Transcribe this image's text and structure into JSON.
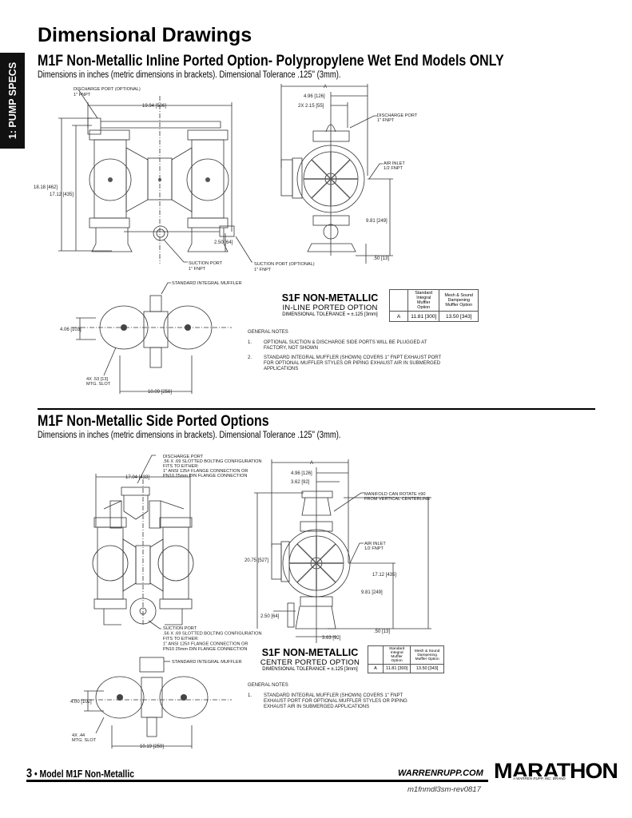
{
  "page_title": "Dimensional Drawings",
  "side_tab": "1: PUMP SPECS",
  "section1": {
    "heading": "M1F Non-Metallic Inline Ported Option- Polypropylene Wet End Models ONLY",
    "subtitle": "Dimensions in inches (metric dimensions in brackets). Dimensional Tolerance .125\" (3mm).",
    "front": {
      "discharge_label_1": "DISCHARGE PORT (OPTIONAL)",
      "discharge_label_2": "1\" FNPT",
      "width": "19.94 [506]",
      "height_total": "18.18 [462]",
      "height_2": "17.12 [435]",
      "port_height": "2.50 [64]",
      "suction_1": "SUCTION PORT",
      "suction_2": "1\" FNPT",
      "suction_opt_1": "SUCTION PORT (OPTIONAL)",
      "suction_opt_2": "1\" FNPT"
    },
    "side": {
      "a": "A",
      "d1": "4.96 [126]",
      "d2": "2X 2.15 [55]",
      "discharge_1": "DISCHARGE PORT",
      "discharge_2": "1\" FNPT",
      "air_1": "AIR INLET",
      "air_2": "1/2 FNPT",
      "h1": "9.81 [249]",
      "h2": ".50 [13]"
    },
    "top": {
      "muffler": "STANDARD INTEGRAL MUFFLER",
      "depth": "4.06 [103]",
      "slot_1": "4X .53 [13]",
      "slot_2": "MTG. SLOT",
      "width": "10.09 [256]"
    },
    "option": {
      "title": "S1F NON-METALLIC",
      "subtitle": "IN-LINE PORTED OPTION",
      "tolerance": "DIMENSIONAL TOLERANCE = ±.125 [3mm]"
    },
    "table": {
      "headers": [
        "",
        "Standard Integral Muffler Option",
        "Mesh & Sound Dampening Muffler Option"
      ],
      "row": [
        "A",
        "11.81 [300]",
        "13.50 [343]"
      ]
    },
    "notes": {
      "heading": "GENERAL NOTES",
      "items": [
        {
          "num": "1.",
          "text": "OPTIONAL SUCTION & DISCHARGE SIDE PORTS WILL BE PLUGGED AT FACTORY, NOT SHOWN"
        },
        {
          "num": "2.",
          "text": "STANDARD INTEGRAL MUFFLER (SHOWN) COVERS 1\" FNPT EXHAUST PORT FOR OPTIONAL MUFFLER STYLES OR PIPING EXHAUST AIR IN SUBMERGED APPLICATIONS"
        }
      ]
    }
  },
  "section2": {
    "heading": "M1F Non-Metallic Side Ported Options",
    "subtitle": "Dimensions in inches (metric dimensions in brackets). Dimensional Tolerance .125\" (3mm).",
    "front": {
      "discharge": [
        "DISCHARGE PORT",
        ".56 X .69 SLOTTED BOLTING CONFIGURATION",
        "FITS TO EITHER:",
        "1\" ANSI 125# FLANGE CONNECTION OR",
        "PN10 25mm DIN FLANGE CONNECTION"
      ],
      "width": "17.04 [433]",
      "suction": [
        "SUCTION PORT",
        ".56 X .69 SLOTTED BOLTING CONFIGURATION",
        "FITS TO EITHER:",
        "1\" ANSI 125# FLANGE CONNECTION OR",
        "PN10 25mm DIN FLANGE CONNECTION"
      ]
    },
    "side": {
      "a": "A",
      "d1": "4.96 [126]",
      "d2": "3.62 [92]",
      "manifold_1": "MANIFOLD CAN ROTATE ±90",
      "manifold_2": "FROM VERTICAL CENTERLINE",
      "air_1": "AIR INLET",
      "air_2": "1/2 FNPT",
      "h_total": "20.75 [527]",
      "h2": "17.12 [435]",
      "h3": "9.81 [249]",
      "port_height": "2.50 [64]",
      "foot": ".50 [13]",
      "bottom": "3.63 [92]"
    },
    "top": {
      "muffler": "STANDARD INTEGRAL MUFFLER",
      "depth": "4.00 [102]",
      "slot_1": "4X .44",
      "slot_2": "MTG. SLOT",
      "width": "10.19 [259]"
    },
    "option": {
      "title": "S1F NON-METALLIC",
      "subtitle": "CENTER PORTED OPTION",
      "tolerance": "DIMENSIONAL TOLERANCE = ±.125 [3mm]"
    },
    "table": {
      "headers": [
        "",
        "Standard Integral Muffler Option",
        "Mesh & Sound Dampening Muffler Option"
      ],
      "row": [
        "A",
        "11.81 [300]",
        "13.50 [343]"
      ]
    },
    "notes": {
      "heading": "GENERAL NOTES",
      "items": [
        {
          "num": "1.",
          "text": "STANDARD INTEGRAL MUFFLER (SHOWN) COVERS 1\" FNPT EXHAUST PORT FOR OPTIONAL MUFFLER STYLES OR PIPING EXHAUST AIR IN SUBMERGED APPLICATIONS"
        }
      ]
    }
  },
  "footer": {
    "page_num": "3",
    "page_label": " • Model M1F Non-Metallic",
    "website": "WARRENRUPP.COM",
    "revision": "m1fnmdl3sm-rev0817",
    "logo_word": "MARATHON",
    "logo_tag": "A WARREN RUPP, INC. BRAND"
  }
}
